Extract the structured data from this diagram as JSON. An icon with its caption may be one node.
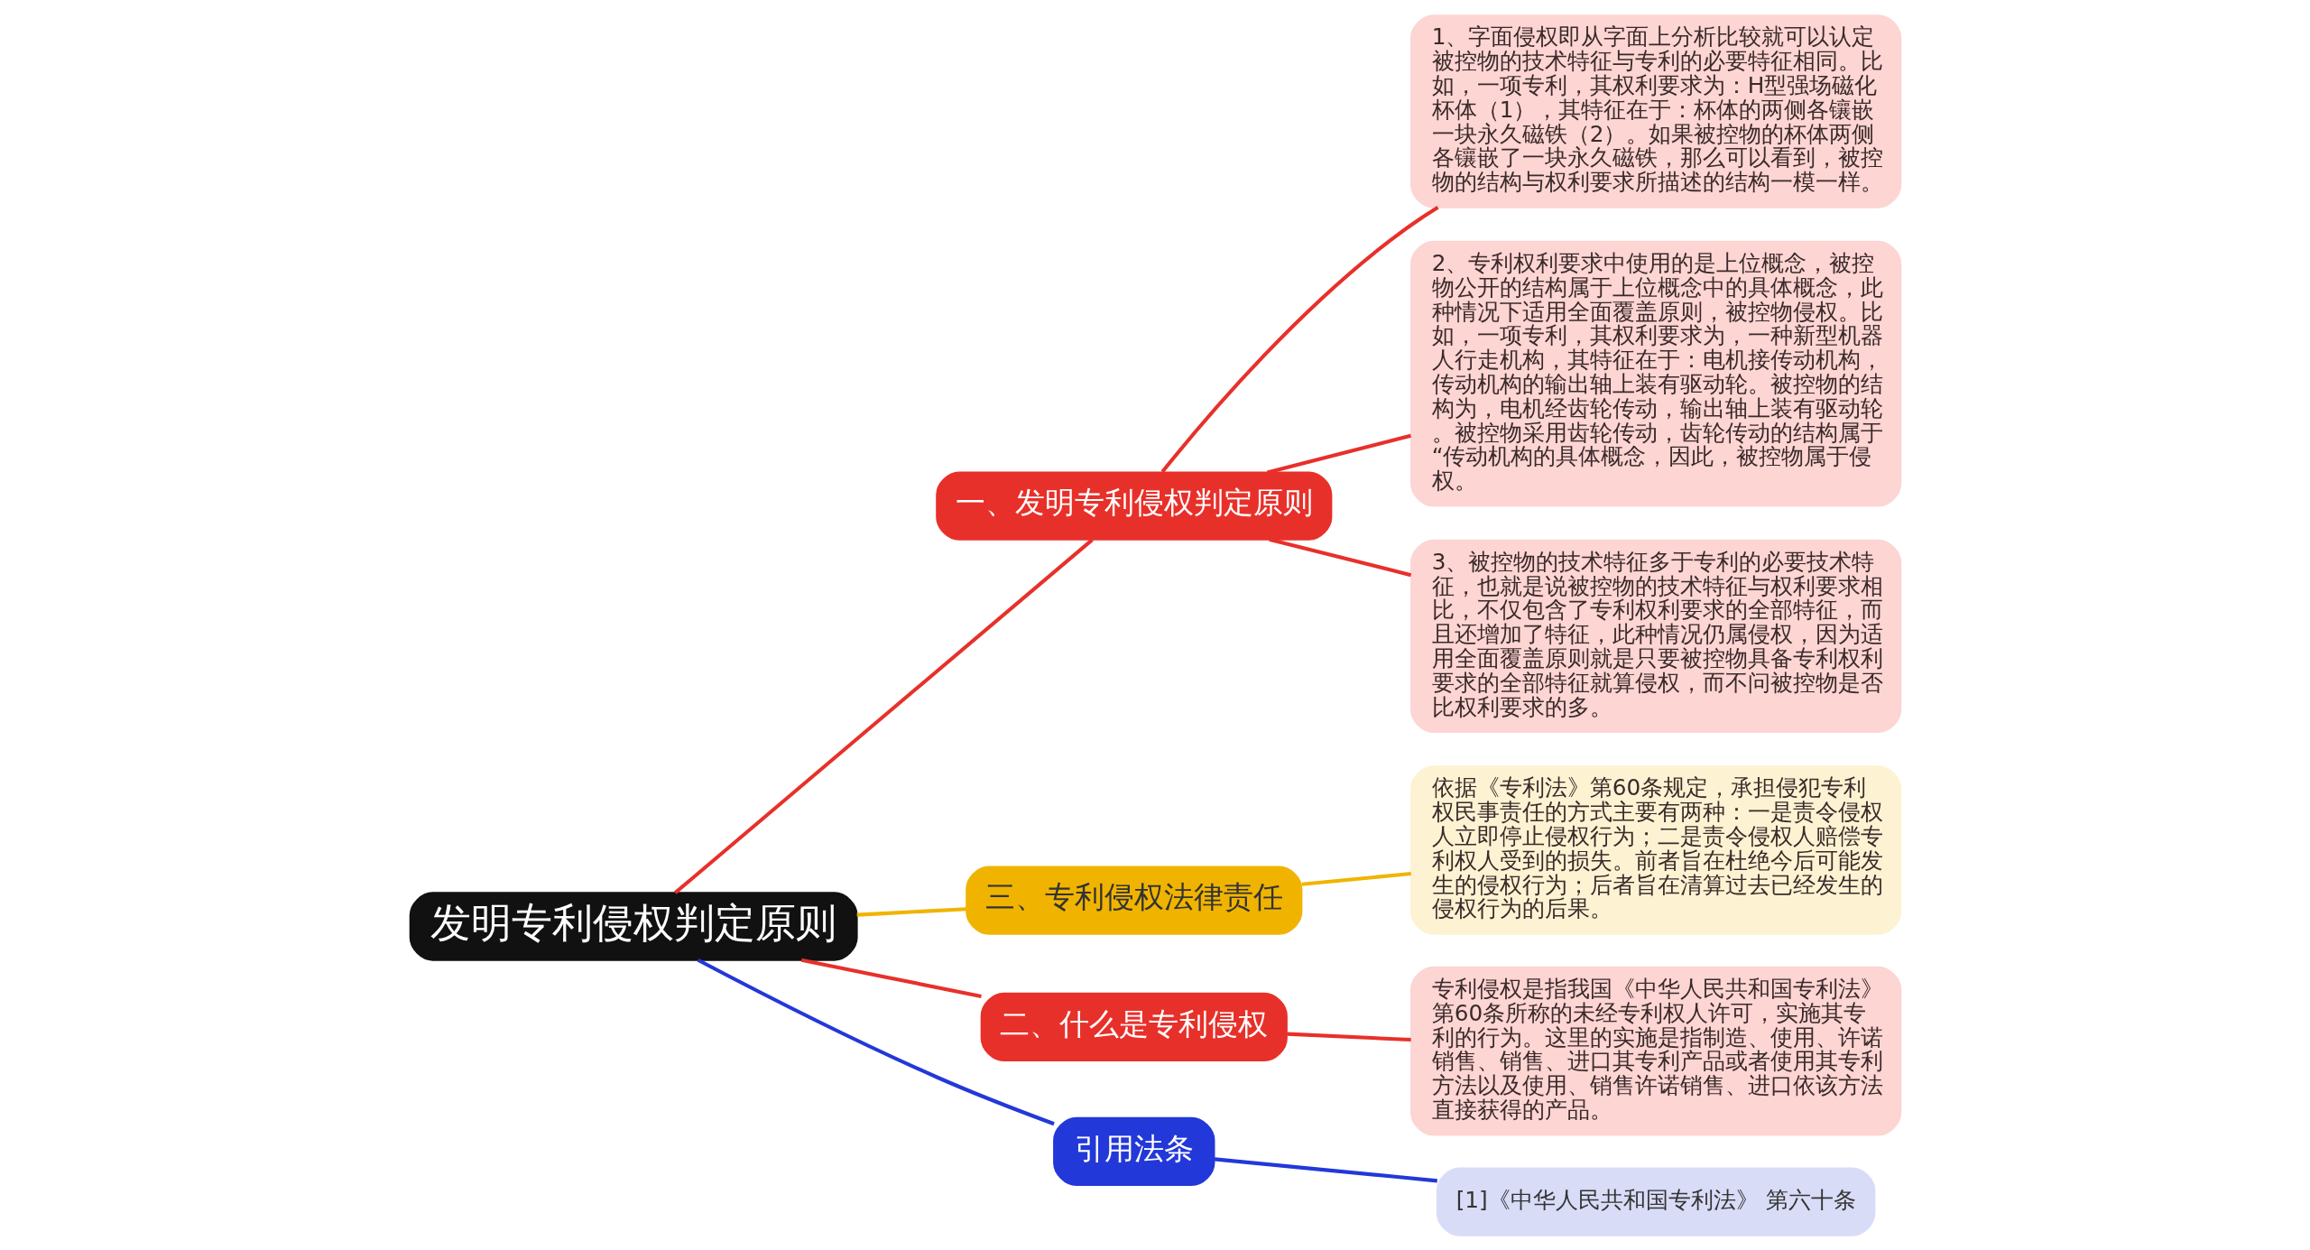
{
  "diagram": {
    "nodes": [
      {
        "text": [
          "发明专利侵权判定原则"
        ]
      },
      {
        "text": [
          "一、发明专利侵权判定原则"
        ]
      },
      {
        "text": [
          "1、字面侵权即从字面上分析比较就可以认定被控物的技术特征与专利的必要特征相同。比如，一项专利，其权利要求为：H型强场磁化杯体（1），其特征在于：杯体的两侧各镶嵌一块永久磁铁（2）。如果被控物的杯体两侧各镶嵌了一块永久磁铁，那么可以看到，被控物的结构与权利要求所描述的结构一模一样。"
        ]
      },
      {
        "text": [
          "2、专利权利要求中使用的是上位概念，被控物公开的结构属于上位概念中的具体概念，此种情况下适用全面覆盖原则，被控物侵权。比如，一项专利，其权利要求为，一种新型机器人行走机构，其特征在于：电机接传动机构，传动机构的输出轴上装有驱动轮。被控物的结构为，电机经齿轮传动，输出轴上装有驱动轮。被控物采用齿轮传动，齿轮传动的结构属于“传动机构的具体概念，因此，被控物属于侵权。"
        ]
      },
      {
        "text": [
          "3、被控物的技术特征多于专利的必要技术特征，也就是说被控物的技术特征与权利要求相比，不仅包含了专利权利要求的全部特征，而且还增加了特征，此种情况仍属侵权，因为适用全面覆盖原则就是只要被控物具备专利权利要求的全部特征就算侵权，而不问被控物是否比权利要求的多。"
        ]
      },
      {
        "text": [
          "三、专利侵权法律责任"
        ]
      },
      {
        "text": [
          "依据《专利法》第60条规定，承担侵犯专利权民事责任的方式主要有两种：一是责令侵权人立即停止侵权行为；二是责令侵权人赔偿专利权人受到的损失。前者旨在杜绝今后可能发生的侵权行为；后者旨在清算过去已经发生的侵权行为的后果。"
        ]
      },
      {
        "text": [
          "二、什么是专利侵权"
        ]
      },
      {
        "text": [
          "专利侵权是指我国《中华人民共和国专利法》第60条所称的未经专利权人许可，实施其专利的行为。这里的实施是指制造、使用、许诺销售、销售、进口其专利产品或者使用其专利方法以及使用、销售许诺销售、进口依该方法直接获得的产品。"
        ]
      },
      {
        "text": [
          "引用法条"
        ]
      },
      {
        "text": [
          "[1]《中华人民共和国专利法》 第六十条"
        ]
      }
    ],
    "edges": [
      {
        "from": 0,
        "to": 1,
        "arrow": "none"
      },
      {
        "from": 1,
        "to": 2,
        "arrow": "none"
      },
      {
        "from": 1,
        "to": 3,
        "arrow": "none"
      },
      {
        "from": 1,
        "to": 4,
        "arrow": "none"
      },
      {
        "from": 0,
        "to": 5,
        "arrow": "none",
        "color": "#f0b400"
      },
      {
        "from": 5,
        "to": 6,
        "arrow": "none",
        "color": "#f0b400"
      },
      {
        "from": 0,
        "to": 7,
        "arrow": "none"
      },
      {
        "from": 7,
        "to": 8,
        "arrow": "none"
      },
      {
        "from": 0,
        "to": 9,
        "arrow": "none",
        "color": "#2338d9"
      },
      {
        "from": 9,
        "to": 10,
        "arrow": "none",
        "color": "#2338d9"
      }
    ]
  }
}
